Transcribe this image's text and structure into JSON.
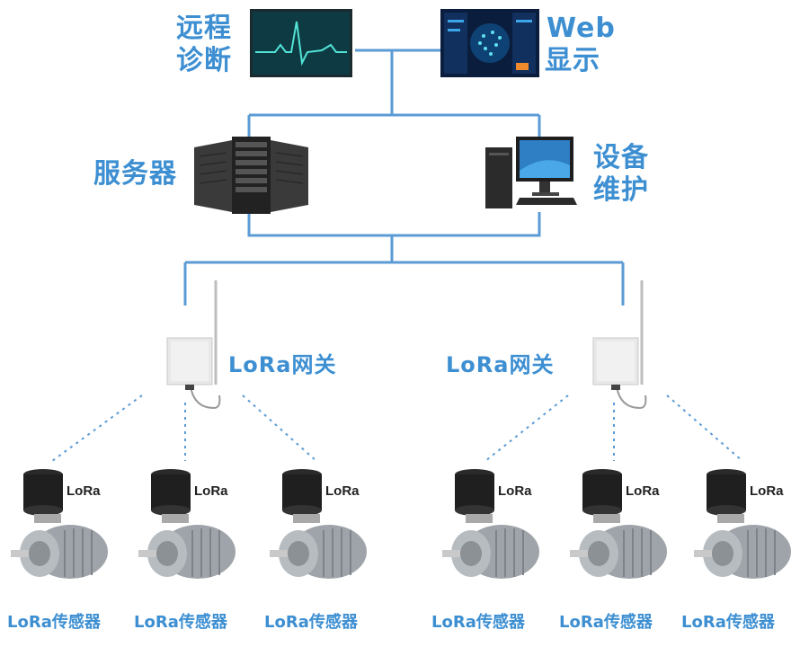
{
  "top": {
    "remote_diag": [
      "远程",
      "诊断"
    ],
    "web_display": [
      "Web",
      "显示"
    ]
  },
  "middle": {
    "server": "服务器",
    "maintenance": [
      "设备",
      "维护"
    ]
  },
  "gateways": [
    {
      "label": "LoRa网关"
    },
    {
      "label": "LoRa网关"
    }
  ],
  "sensor_label": "LoRa传感器",
  "lora_badge": "LoRa",
  "colors": {
    "accent": "#3d8fd2",
    "wire": "#5b9bd5"
  },
  "icons": [
    "ecg-monitor-icon",
    "web-dashboard-icon",
    "server-rack-icon",
    "desktop-computer-icon",
    "lora-gateway-icon",
    "lora-sensor-icon",
    "electric-motor-icon"
  ]
}
